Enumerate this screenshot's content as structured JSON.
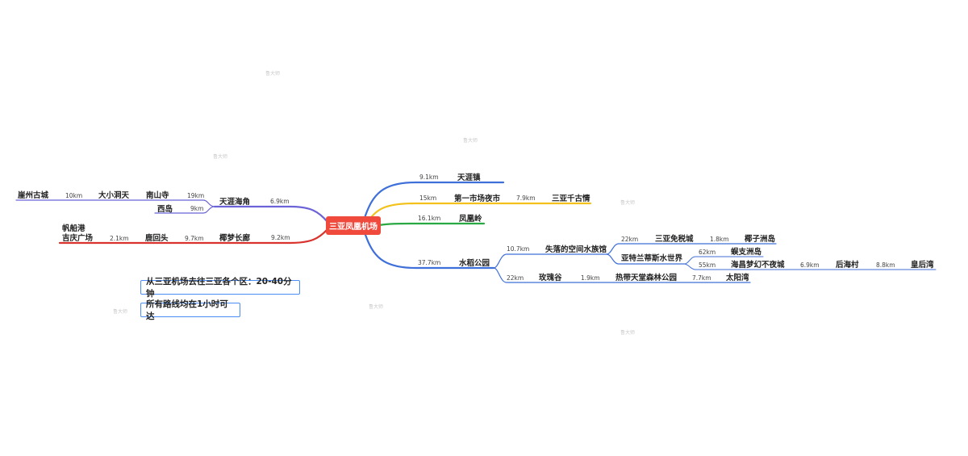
{
  "root": "三亚凤凰机场",
  "nodes": {
    "tianya_town": "天涯镇",
    "market": "第一市场夜市",
    "qiangu": "三亚千古情",
    "fenghuangling": "凤凰岭",
    "shuidao": "水稻公园",
    "lost_space": "失落的空间水族馆",
    "duty_free": "三亚免税城",
    "coconut_island": "椰子洲岛",
    "atlantis": "亚特兰蒂斯水世界",
    "wuzhizhou": "蜈支洲岛",
    "haichang": "海昌梦幻不夜城",
    "houhai": "后海村",
    "huanghou": "皇后湾",
    "meiguigu": "玫瑰谷",
    "tropical_park": "热带天堂森林公园",
    "taiyang": "太阳湾",
    "tianya_haijiao": "天涯海角",
    "nanshan": "南山寺",
    "daxiao": "大小洞天",
    "yazhou": "崖州古城",
    "xidao": "西岛",
    "yemeng": "椰梦长廊",
    "luhuitou": "鹿回头",
    "fanchuan": "帆船港",
    "jiqing": "吉庆广场"
  },
  "distances": {
    "root_tianya_town": "9.1km",
    "root_market": "15km",
    "market_qiangu": "7.9km",
    "root_fenghuangling": "16.1km",
    "root_shuidao": "37.7km",
    "shuidao_lost_space": "10.7km",
    "lost_space_duty_free": "22km",
    "duty_free_coconut": "1.8km",
    "atlantis_wuzhizhou": "62km",
    "atlantis_haichang": "55km",
    "haichang_houhai": "6.9km",
    "houhai_huanghou": "8.8km",
    "shuidao_meiguigu": "22km",
    "meiguigu_tropical": "1.9km",
    "tropical_taiyang": "7.7km",
    "root_tianya_haijiao": "6.9km",
    "tianya_haijiao_nanshan": "19km",
    "daxiao_yazhou": "10km",
    "tianya_haijiao_xidao": "9km",
    "root_yemeng": "9.2km",
    "yemeng_luhuitou": "9.7km",
    "luhuitou_fanchuan": "2.1km"
  },
  "notes": {
    "note1": "从三亚机场去往三亚各个区：20-40分钟",
    "note2": "所有路线均在1小时可达"
  },
  "watermark": "鲁大师",
  "colors": {
    "root": "#f04a3c",
    "blue": "#3f6fd8",
    "yellow": "#f2c21b",
    "green": "#2aa843",
    "purple": "#6b63d6",
    "red": "#d8332c"
  }
}
